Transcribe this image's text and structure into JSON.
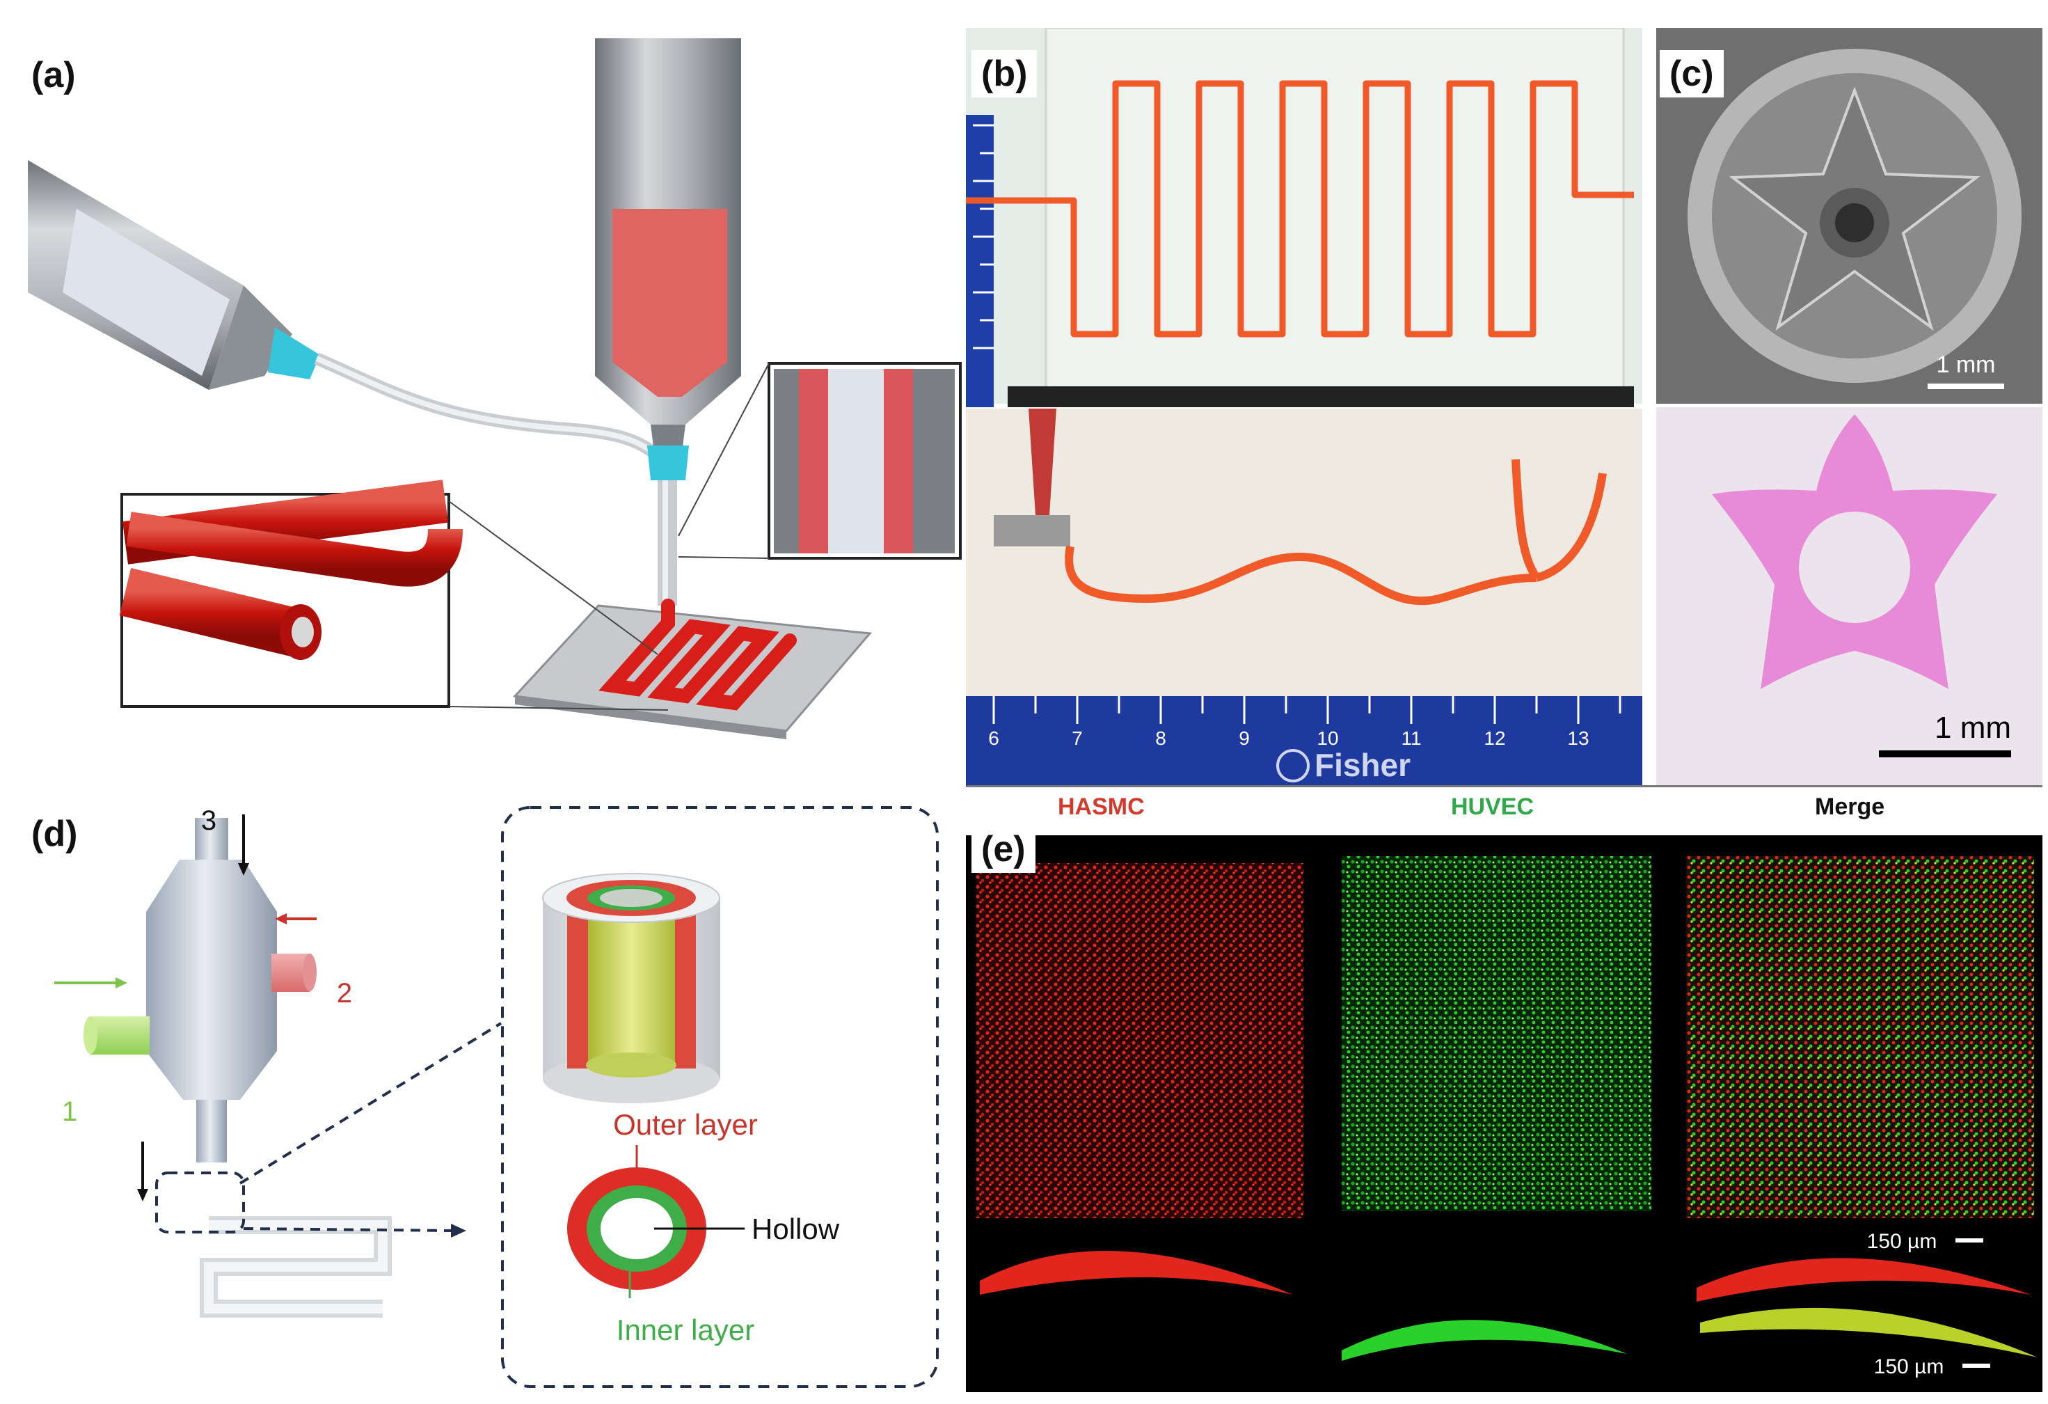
{
  "panels": {
    "a": {
      "label": "(a)"
    },
    "b": {
      "label": "(b)",
      "ruler_brand": "Fisher",
      "ruler_numbers": [
        "6",
        "7",
        "8",
        "9",
        "10",
        "11",
        "12",
        "13"
      ]
    },
    "c": {
      "label": "(c)",
      "scale_top": "1 mm",
      "scale_bottom": "1 mm"
    },
    "d": {
      "label": "(d)",
      "inlet_1": "1",
      "inlet_2": "2",
      "inlet_3": "3",
      "outer_layer": "Outer layer",
      "hollow": "Hollow",
      "inner_layer": "Inner layer"
    },
    "e": {
      "label": "(e)",
      "col_hasmc": "HASMC",
      "col_huvec": "HUVEC",
      "col_merge": "Merge",
      "scale_top": "150 µm",
      "scale_bottom": "150 µm"
    }
  },
  "colors": {
    "red": "#d9362b",
    "green": "#2fb34a",
    "cyan": "#35c6dc",
    "gray": "#9aa0a6"
  }
}
